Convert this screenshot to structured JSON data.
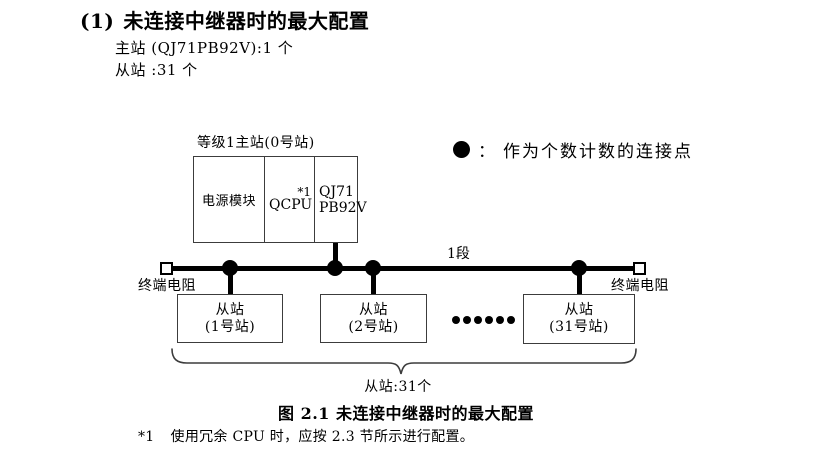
{
  "header": {
    "heading_number": "(1)",
    "heading_title": "未连接中继器时的最大配置",
    "master_count_line": "主站 (QJ71PB92V):1 个",
    "slave_count_line": "从站 :31 个"
  },
  "legend": {
    "icon": "connection-point-dot-icon",
    "separator": "：",
    "text": "作为个数计数的连接点"
  },
  "diagram": {
    "master_station_label": "等级1主站(0号站)",
    "master_cells": {
      "power_module": "电源模块",
      "cpu_label": "QCPU",
      "cpu_note_ref": "*1",
      "pb92v_line1": "QJ71",
      "pb92v_line2": "PB92V"
    },
    "segment_label": "1段",
    "terminator_left_label": "终端电阻",
    "terminator_right_label": "终端电阻",
    "slaves": [
      {
        "name": "从站",
        "station": "(1号站)"
      },
      {
        "name": "从站",
        "station": "(2号站)"
      },
      {
        "name": "从站",
        "station": "(31号站)"
      }
    ],
    "slave_total_label": "从站:31个"
  },
  "caption": "图 2.1 未连接中继器时的最大配置",
  "footnote": {
    "marker": "*1",
    "text": "使用冗余 CPU 时，应按 2.3 节所示进行配置。"
  },
  "colors": {
    "line": "#000000",
    "box_border": "#3c3c3c",
    "background": "#ffffff",
    "text": "#000000"
  }
}
